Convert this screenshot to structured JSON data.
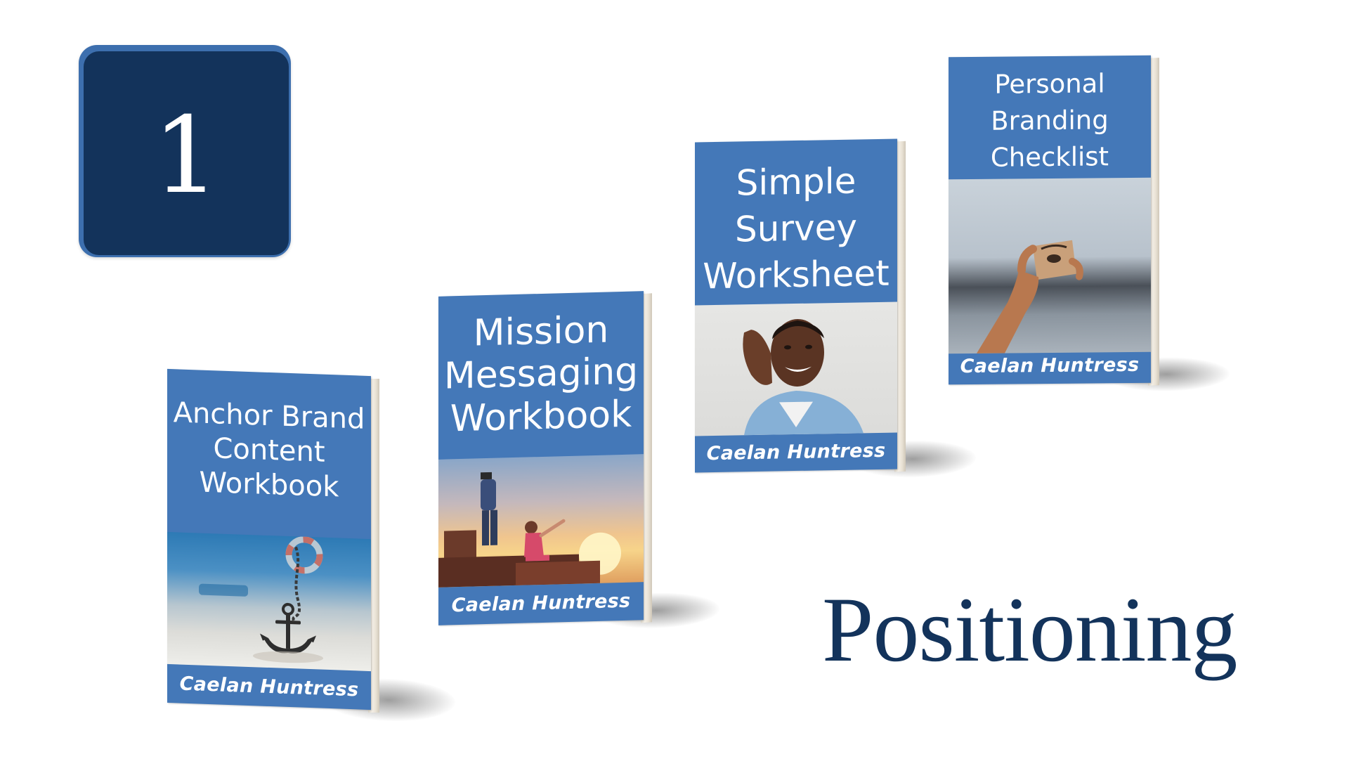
{
  "badge": {
    "number": "1"
  },
  "heading": "Positioning",
  "books": [
    {
      "title_lines": [
        "Anchor Brand",
        "Content",
        "Workbook"
      ],
      "author": "Caelan Huntress",
      "photo": "anchor-in-sand-photo"
    },
    {
      "title_lines": [
        "Mission",
        "Messaging",
        "Workbook"
      ],
      "author": "Caelan Huntress",
      "photo": "children-looking-at-sunset-photo"
    },
    {
      "title_lines": [
        "Simple",
        "Survey",
        "Worksheet"
      ],
      "author": "Caelan Huntress",
      "photo": "man-listening-photo"
    },
    {
      "title_lines": [
        "Personal",
        "Branding",
        "Checklist"
      ],
      "author": "Caelan Huntress",
      "photo": "hand-holding-mirror-photo"
    }
  ],
  "colors": {
    "navy": "#13335b",
    "cover_blue": "#4478b8",
    "badge_border": "#3d6fae"
  }
}
